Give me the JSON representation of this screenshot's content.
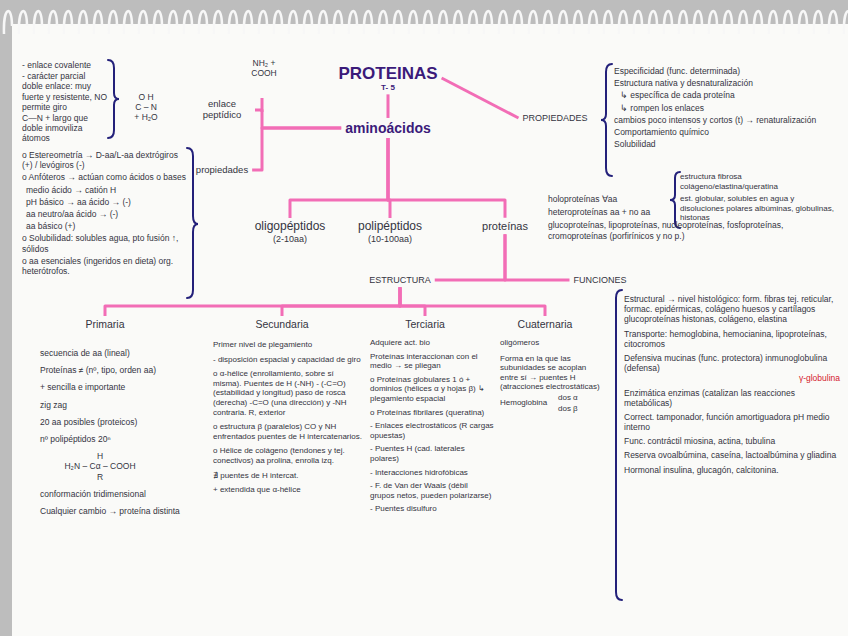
{
  "diagram": {
    "nodes": [
      {
        "text": [
          "PROTEINAS",
          "T- 5"
        ]
      },
      {
        "text": [
          "aminoácidos"
        ]
      },
      {
        "text": [
          "enlace peptídico"
        ]
      },
      {
        "text": [
          "propiedades"
        ]
      },
      {
        "text": [
          "PROPIEDADES"
        ]
      },
      {
        "text": [
          "oligopéptidos",
          "(2-10aa)"
        ]
      },
      {
        "text": [
          "polipéptidos",
          "(10-100aa)"
        ]
      },
      {
        "text": [
          "proteínas"
        ]
      },
      {
        "text": [
          "ESTRUCTURA"
        ]
      },
      {
        "text": [
          "FUNCIONES"
        ]
      },
      {
        "text": [
          "Primaria"
        ]
      },
      {
        "text": [
          "Secundaria"
        ]
      },
      {
        "text": [
          "Terciaria"
        ]
      },
      {
        "text": [
          "Cuaternaria"
        ]
      }
    ],
    "edges": [
      {
        "from": 0,
        "to": 1,
        "arrow": "none"
      },
      {
        "from": 0,
        "to": 4,
        "arrow": "none"
      },
      {
        "from": 1,
        "to": 2,
        "arrow": "none"
      },
      {
        "from": 1,
        "to": 3,
        "arrow": "none"
      },
      {
        "from": 1,
        "to": 5,
        "arrow": "none"
      },
      {
        "from": 1,
        "to": 6,
        "arrow": "none"
      },
      {
        "from": 1,
        "to": 7,
        "arrow": "none"
      },
      {
        "from": 7,
        "to": 8,
        "arrow": "none"
      },
      {
        "from": 7,
        "to": 9,
        "arrow": "none"
      },
      {
        "from": 8,
        "to": 10,
        "arrow": "none"
      },
      {
        "from": 8,
        "to": 11,
        "arrow": "none"
      },
      {
        "from": 8,
        "to": 12,
        "arrow": "none"
      },
      {
        "from": 8,
        "to": 13,
        "arrow": "none"
      }
    ],
    "labels": [
      "- enlace covalente",
      "- carácter parcial doble enlace: muy fuerte y resistente, NO permite giro",
      "C—N + largo que doble inmoviliza átomos",
      "O H",
      "C – N",
      "+ H₂O",
      "NH₂ + COOH",
      "o Estereometría → D-aa/L-aa dextrógiros (+) / levógiros (-)",
      "o Anfóteros → actúan como ácidos o bases",
      "medio ácido → catión H",
      "pH básico → aa ácido → (-)",
      "aa neutro/aa ácido → (-)",
      "aa básico (+)",
      "o Solubilidad: solubles agua, pto fusión ↑, sólidos",
      "o aa esenciales (ingeridos en dieta) org. heterótrofos.",
      "Especificidad (func. determinada)",
      "Estructura nativa y desnaturalización",
      "↳ específica de cada proteína",
      "↳ rompen los enlaces",
      "cambios poco intensos y cortos (t) → renaturalización",
      "Comportamiento químico",
      "Solubilidad",
      "holoproteínas ∀aa",
      "estructura fibrosa colágeno/elastina/queratina",
      "est. globular, solubles en agua y disoluciones polares albúminas, globulinas, histonas",
      "heteroproteínas aa + no aa",
      "glucoproteínas, lipoproteínas, nucleoproteínas, fosfoproteínas, cromoproteínas (porfirínicos y no p.)",
      "Estructural → nivel histológico: form. fibras tej. reticular, formac. epidérmicas, colágeno huesos y cartílagos glucoproteínas histonas, colágeno, elastina",
      "Transporte: hemoglobina, hemocianina, lipoproteínas, citocromos",
      "Defensiva mucinas (func. protectora) inmunoglobulina (defensa)",
      "γ-globulina",
      "Enzimática enzimas (catalizan las reacciones metabólicas)",
      "Correct. tamponador, función amortiguadora pH medio interno",
      "Func. contráctil miosina, actina, tubulina",
      "Reserva ovoalbúmina, caseína, lactoalbúmina y gliadina",
      "Hormonal insulina, glucagón, calcitonina.",
      "secuencia de aa (lineal)",
      "Proteínas ≠ (nº, tipo, orden aa)",
      "+ sencilla e importante",
      "zig zag",
      "20 aa posibles (proteicos)",
      "nº polipéptidos 20ⁿ",
      "H",
      "H₂N – Cα – COOH",
      "R",
      "conformación tridimensional",
      "Cualquier cambio → proteína distinta",
      "Primer nivel de plegamiento",
      "- disposición espacial y capacidad de giro",
      "o α-hélice (enrollamiento, sobre sí misma). Puentes de H (-NH) - (-C=O) (estabilidad y longitud) paso de rosca (derecha) -C=O (una dirección) y -NH contraria. R, exterior",
      "o estructura β (paralelos) CO y NH enfrentados puentes de H intercatenarios.",
      "o Hélice de colágeno (tendones y tej. conectivos) aa prolina, enrolla izq.",
      "∄ puentes de H intercat.",
      "+ extendida que α-hélice",
      "Adquiere act. bio",
      "Proteínas interaccionan con el medio → se pliegan",
      "o Proteínas globulares 1 ó + dominios (hélices α y hojas β) ↳ plegamiento espacial",
      "o Proteínas fibrilares (queratina)",
      "- Enlaces electrostáticos (R cargas opuestas)",
      "- Puentes H (cad. laterales polares)",
      "- Interacciones hidrofóbicas",
      "- F. de Van der Waals (débil grupos netos, pueden polarizarse)",
      "- Puentes disulfuro",
      "oligómeros",
      "Forma en la que las subunidades se acoplan entre sí → puentes H (atracciones electrostáticas)",
      "Hemoglobina",
      "dos α",
      "dos β"
    ]
  }
}
